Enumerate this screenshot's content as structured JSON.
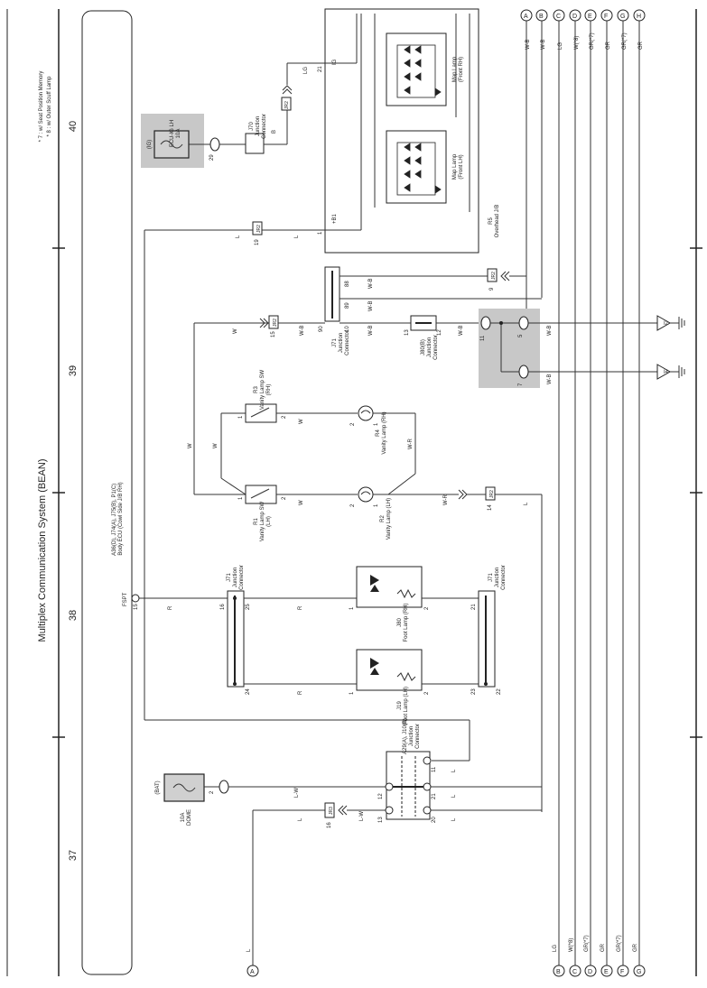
{
  "title": "Multiplex Communication System (BEAN)",
  "page_numbers": [
    "37",
    "38",
    "39",
    "40"
  ],
  "footnotes": [
    "* 7 : w/ Seat Position Memory",
    "* 8 : w/ Outer Scuff Lamp"
  ],
  "body_ecu_label": "A36(D), J74(A), J75(B), P1(C)\nBody ECU (Cowl Side J/B RH)",
  "fuses": {
    "ecu_ig_lh": {
      "label": "ECU-IG LH\n10A",
      "source": "(IG)",
      "terminal": "29"
    },
    "dome": {
      "label": "10A\nDOME",
      "source": "(BAT)",
      "terminal": "2"
    }
  },
  "overhead_jb": {
    "label": "R5\nOverhead J/B",
    "pins": [
      "21",
      "IG",
      "1",
      "+B1"
    ]
  },
  "map_lamps": [
    "Map Lamp\n(Front RH)",
    "Map Lamp\n(Front LH)"
  ],
  "junction_connectors": {
    "j70": "J70\nJunction\nConnector",
    "j71_top": "J71\nJunction\nConnector",
    "j80b": "J80(B)\nJunction\nConnector",
    "j71_left": "J71\nJunction\nConnector",
    "j71_right": "J71\nJunction\nConnector",
    "a29": "A29(A), J10(B)\nJunction\nConnector"
  },
  "vanity_switches": [
    "R3\nVanity Lamp SW\n(RH)",
    "R1\nVanity Lamp SW\n(LH)"
  ],
  "vanity_lamps": [
    "R4\nVanity Lamp (RH)",
    "R2\nVanity Lamp (LH)"
  ],
  "foot_lamps": [
    "J80\nFoot Lamp (RH)",
    "J19\nFoot Lamp (LH)"
  ],
  "fspt_label": "FSPT",
  "wire_colors": [
    "LG",
    "B",
    "L",
    "W-B",
    "W",
    "W-R",
    "R",
    "L-W",
    "W(*8)",
    "GR(*7)",
    "GR"
  ],
  "connector_codes": [
    "JR2",
    "JR3"
  ],
  "grounds": [
    "I2",
    "I4"
  ],
  "bus_letters_top": [
    "A",
    "B",
    "C",
    "D",
    "E",
    "F",
    "G",
    "H"
  ],
  "bus_letters_bottom": [
    "B",
    "C",
    "D",
    "E",
    "F",
    "G"
  ],
  "bus_wires_top": [
    "W-B",
    "W-B",
    "LG",
    "W(*8)",
    "GR(*7)",
    "GR",
    "GR(*7)",
    "GR"
  ],
  "bus_wires_bottom": [
    "LG",
    "W(*8)",
    "GR(*7)",
    "GR",
    "GR(*7)",
    "GR"
  ],
  "bottom_connector_letter": "A",
  "bottom_wire": "L",
  "colors": {
    "ink": "#222222",
    "grey_box": "#c8c8c8",
    "fuse_box": "#d0d0d0"
  }
}
